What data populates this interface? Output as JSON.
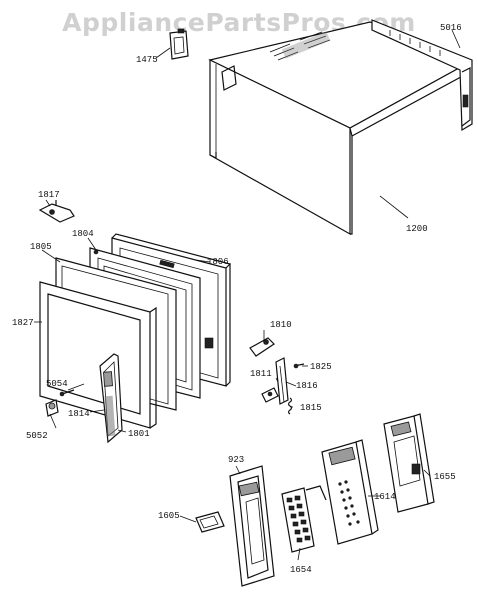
{
  "watermark": "AppliancePartsPros.com",
  "labels": {
    "l1475": "1475",
    "l5016": "5016",
    "l1200": "1200",
    "l1817": "1817",
    "l1804": "1804",
    "l1805": "1805",
    "l1806": "1806",
    "l1827": "1827",
    "l1810": "1810",
    "l1825": "1825",
    "l1811": "1811",
    "l1816": "1816",
    "l5054": "5054",
    "l1815": "1815",
    "l5052": "5052",
    "l1814": "1814",
    "l1801": "1801",
    "l923": "923",
    "l1655": "1655",
    "l1614": "1614",
    "l1605": "1605",
    "l1654": "1654"
  }
}
